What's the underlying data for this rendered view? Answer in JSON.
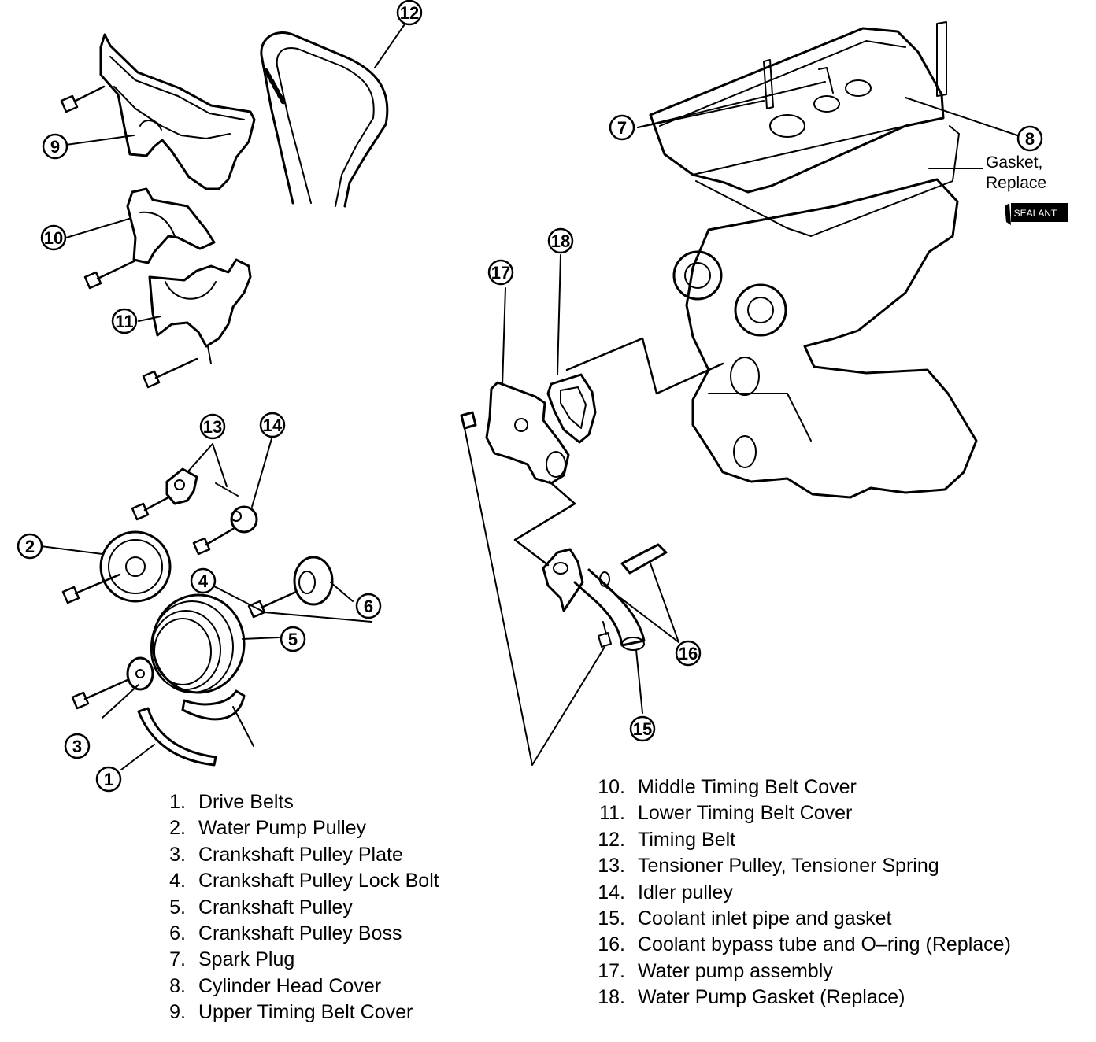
{
  "callouts": [
    {
      "num": "1"
    },
    {
      "num": "2"
    },
    {
      "num": "3"
    },
    {
      "num": "4"
    },
    {
      "num": "5"
    },
    {
      "num": "6"
    },
    {
      "num": "7"
    },
    {
      "num": "8"
    },
    {
      "num": "9"
    },
    {
      "num": "10"
    },
    {
      "num": "11"
    },
    {
      "num": "12"
    },
    {
      "num": "13"
    },
    {
      "num": "14"
    },
    {
      "num": "15"
    },
    {
      "num": "16"
    },
    {
      "num": "17"
    },
    {
      "num": "18"
    }
  ],
  "gasket_note": {
    "line1": "Gasket,",
    "line2": "Replace"
  },
  "sealant_label": "SEALANT",
  "legend_left": [
    {
      "num": "1.",
      "label": "Drive Belts"
    },
    {
      "num": "2.",
      "label": "Water Pump Pulley"
    },
    {
      "num": "3.",
      "label": "Crankshaft Pulley Plate"
    },
    {
      "num": "4.",
      "label": "Crankshaft Pulley Lock Bolt"
    },
    {
      "num": "5.",
      "label": "Crankshaft Pulley"
    },
    {
      "num": "6.",
      "label": "Crankshaft Pulley Boss"
    },
    {
      "num": "7.",
      "label": "Spark Plug"
    },
    {
      "num": "8.",
      "label": "Cylinder Head Cover"
    },
    {
      "num": "9.",
      "label": "Upper Timing Belt Cover"
    }
  ],
  "legend_right": [
    {
      "num": "10.",
      "label": "Middle Timing Belt Cover"
    },
    {
      "num": "11.",
      "label": "Lower Timing Belt Cover"
    },
    {
      "num": "12.",
      "label": "Timing Belt"
    },
    {
      "num": "13.",
      "label": "Tensioner Pulley, Tensioner Spring"
    },
    {
      "num": "14.",
      "label": "Idler pulley"
    },
    {
      "num": "15.",
      "label": "Coolant inlet pipe and gasket"
    },
    {
      "num": "16.",
      "label": "Coolant bypass tube and O–ring (Replace)"
    },
    {
      "num": "17.",
      "label": "Water pump assembly"
    },
    {
      "num": "18.",
      "label": "Water Pump Gasket (Replace)"
    }
  ]
}
